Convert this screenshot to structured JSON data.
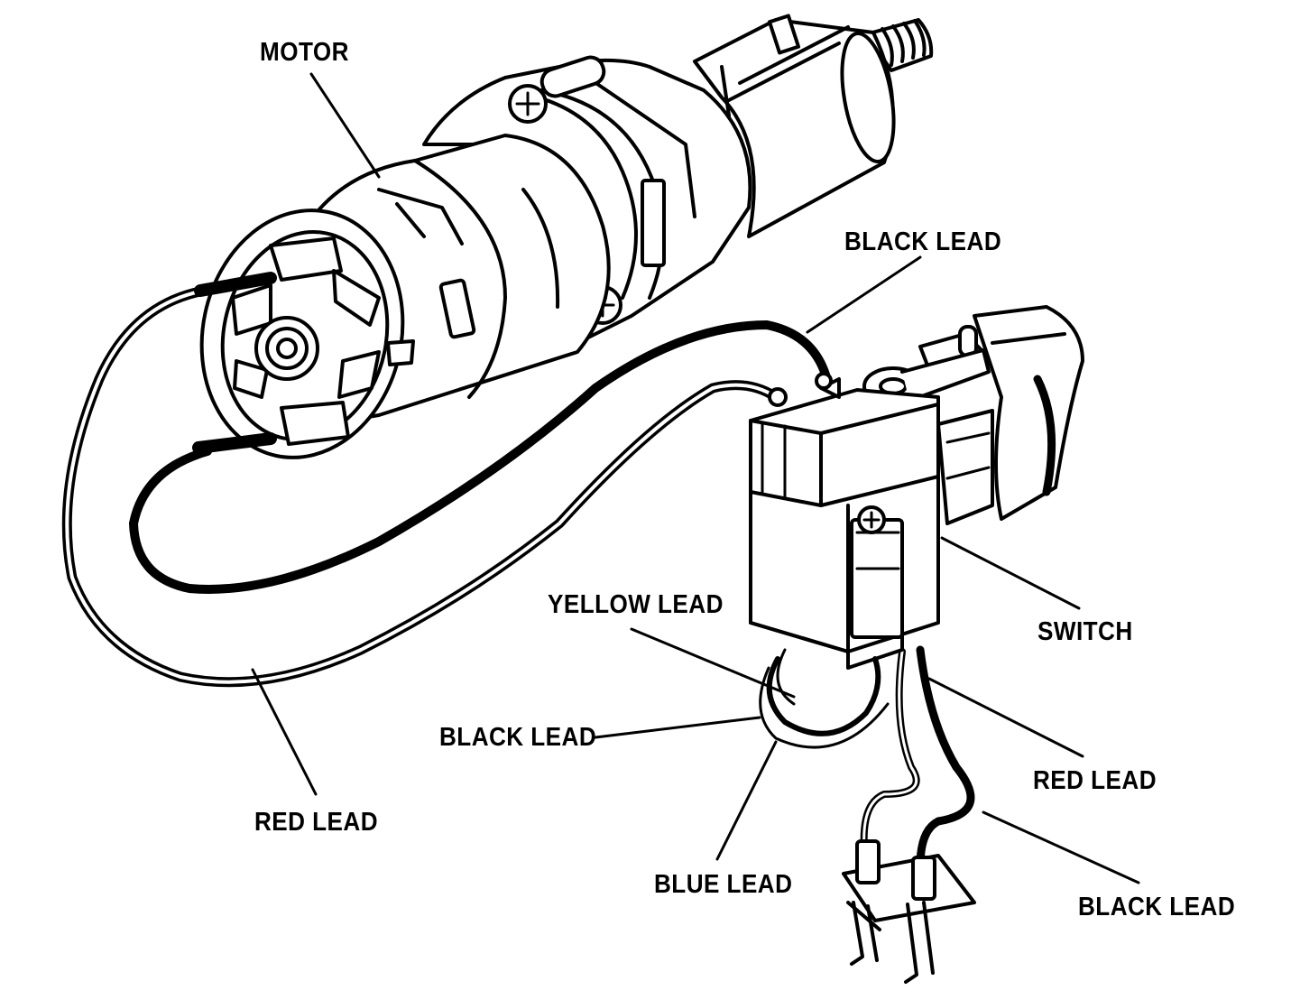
{
  "labels": {
    "motor": "MOTOR",
    "black_lead_top": "BLACK LEAD",
    "yellow_lead": "YELLOW LEAD",
    "switch": "SWITCH",
    "black_lead_left": "BLACK LEAD",
    "red_lead_right": "RED LEAD",
    "red_lead_left": "RED LEAD",
    "blue_lead": "BLUE LEAD",
    "black_lead_bottom": "BLACK LEAD"
  },
  "colors": {
    "ink": "#000000",
    "paper": "#ffffff"
  }
}
